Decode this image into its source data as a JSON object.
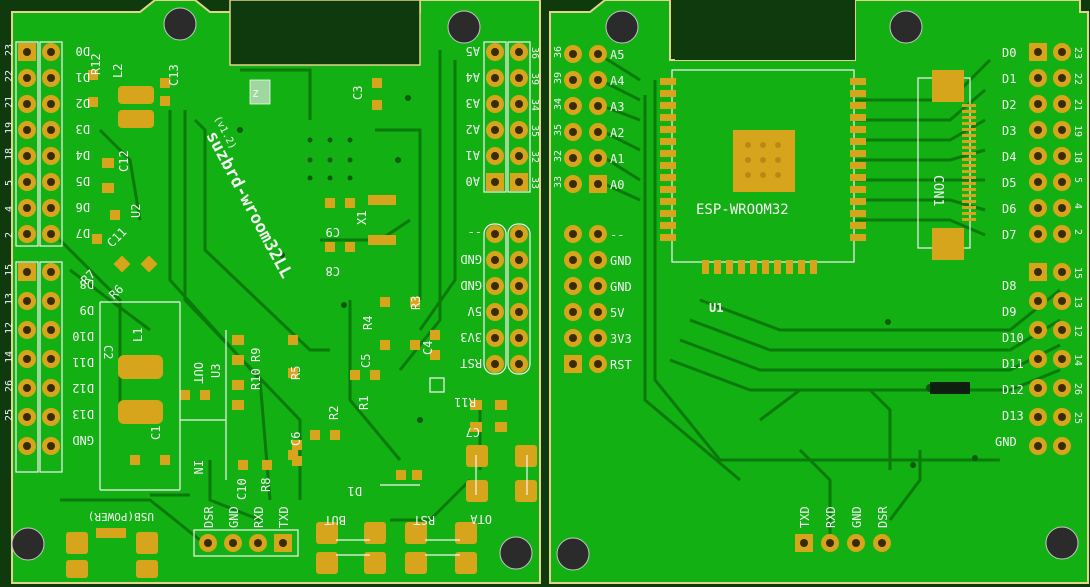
{
  "colors": {
    "board": "#12b012",
    "board_dark": "#0d820d",
    "trace": "#0a7a0a",
    "pad": "#d6a51c",
    "silk": "#f4f4f4",
    "background": "#0e3a0e"
  },
  "left_board": {
    "header_d_pin_numbers": [
      "23",
      "22",
      "21",
      "19",
      "18",
      "5",
      "4",
      "2"
    ],
    "header_d_labels": [
      "D0",
      "D1",
      "D2",
      "D3",
      "D4",
      "D5",
      "D6",
      "D7"
    ],
    "header_d2_pin_numbers": [
      "15",
      "13",
      "12",
      "14",
      "26",
      "25"
    ],
    "header_d2_labels": [
      "D8",
      "D9",
      "D10",
      "D11",
      "D12",
      "D13",
      "GND"
    ],
    "header_a_pin_numbers": [
      "36",
      "39",
      "34",
      "35",
      "32",
      "33"
    ],
    "header_a_labels": [
      "A5",
      "A4",
      "A3",
      "A2",
      "A1",
      "A0"
    ],
    "power_labels": [
      "--",
      "GND",
      "GND",
      "5V",
      "3V3",
      "RST"
    ],
    "components": [
      "R12",
      "L2",
      "C13",
      "C12",
      "U2",
      "C11",
      "R7",
      "R6",
      "L1",
      "C2",
      "U3",
      "R9",
      "R10",
      "OUT",
      "IN",
      "C1",
      "C10",
      "R8",
      "C6",
      "R5",
      "R2",
      "R1",
      "C5",
      "D1",
      "R3",
      "R4",
      "C4",
      "R11",
      "C7",
      "C3",
      "C9",
      "X1",
      "C8",
      "BUT",
      "RST",
      "OTA"
    ],
    "title": "suzbrd-wroom32LL",
    "version": "(v1.2)",
    "serial_labels": [
      "DSR",
      "GND",
      "RXD",
      "TXD"
    ],
    "usb_label": "USB(POWER)"
  },
  "right_board": {
    "a_pin_numbers": [
      "36",
      "39",
      "34",
      "35",
      "32",
      "33"
    ],
    "a_labels": [
      "A5",
      "A4",
      "A3",
      "A2",
      "A1",
      "A0"
    ],
    "power_labels": [
      "--",
      "GND",
      "GND",
      "5V",
      "3V3",
      "RST"
    ],
    "module_label": "ESP-WROOM32",
    "u1_label": "U1",
    "con_label": "CON1",
    "d_labels": [
      "D0",
      "D1",
      "D2",
      "D3",
      "D4",
      "D5",
      "D6",
      "D7"
    ],
    "d_pin_numbers": [
      "23",
      "22",
      "21",
      "19",
      "18",
      "5",
      "4",
      "2"
    ],
    "d2_labels": [
      "D8",
      "D9",
      "D10",
      "D11",
      "D12",
      "D13",
      "GND"
    ],
    "d2_pin_numbers": [
      "15",
      "13",
      "12",
      "14",
      "26",
      "25"
    ],
    "serial_labels": [
      "TXD",
      "RXD",
      "GND",
      "DSR"
    ]
  }
}
